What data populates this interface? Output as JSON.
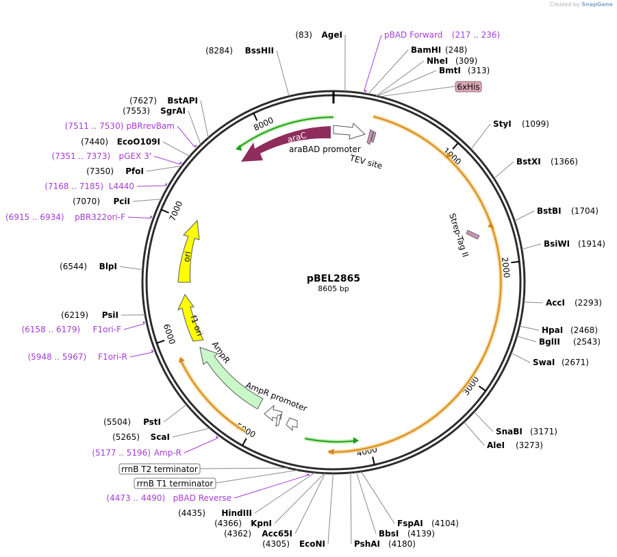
{
  "plasmid": {
    "name": "pBEL2865",
    "length": "8605 bp"
  },
  "watermark": {
    "created_by": "Created by",
    "brand": "SnapGene"
  },
  "ticks": [
    "1000",
    "2000",
    "3000",
    "4000",
    "5000",
    "6000",
    "7000",
    "8000"
  ],
  "sites": [
    {
      "name": "AgeI",
      "pos": "(83)",
      "side": "left"
    },
    {
      "name": "BamHI",
      "pos": "(248)",
      "side": "right"
    },
    {
      "name": "NheI",
      "pos": "(309)",
      "side": "right"
    },
    {
      "name": "BmtI",
      "pos": "(313)",
      "side": "right"
    },
    {
      "name": "StyI",
      "pos": "(1099)",
      "side": "right"
    },
    {
      "name": "BstXI",
      "pos": "(1366)",
      "side": "right"
    },
    {
      "name": "BstBI",
      "pos": "(1704)",
      "side": "right"
    },
    {
      "name": "BsiWI",
      "pos": "(1914)",
      "side": "right"
    },
    {
      "name": "AccI",
      "pos": "(2293)",
      "side": "right"
    },
    {
      "name": "HpaI",
      "pos": "(2468)",
      "side": "right"
    },
    {
      "name": "BglII",
      "pos": "(2543)",
      "side": "right"
    },
    {
      "name": "SwaI",
      "pos": "(2671)",
      "side": "right"
    },
    {
      "name": "SnaBI",
      "pos": "(3171)",
      "side": "right"
    },
    {
      "name": "AleI",
      "pos": "(3273)",
      "side": "right"
    },
    {
      "name": "FspAI",
      "pos": "(4104)",
      "side": "right"
    },
    {
      "name": "PshAI",
      "pos": "(4180)",
      "side": "right"
    },
    {
      "name": "BbsI",
      "pos": "(4139)",
      "side": "right"
    },
    {
      "name": "EcoNI",
      "pos": "(4305)",
      "side": "left"
    },
    {
      "name": "Acc65I",
      "pos": "(4362)",
      "side": "left"
    },
    {
      "name": "KpnI",
      "pos": "(4366)",
      "side": "left"
    },
    {
      "name": "HindIII",
      "pos": "(4435)",
      "side": "left"
    },
    {
      "name": "ScaI",
      "pos": "(5265)",
      "side": "left"
    },
    {
      "name": "PstI",
      "pos": "(5504)",
      "side": "left"
    },
    {
      "name": "PsiI",
      "pos": "(6219)",
      "side": "left"
    },
    {
      "name": "BlpI",
      "pos": "(6544)",
      "side": "left"
    },
    {
      "name": "PciI",
      "pos": "(7070)",
      "side": "left"
    },
    {
      "name": "PfoI",
      "pos": "(7350)",
      "side": "left"
    },
    {
      "name": "EcoO109I",
      "pos": "(7440)",
      "side": "left"
    },
    {
      "name": "SgrAI",
      "pos": "(7553)",
      "side": "left"
    },
    {
      "name": "BstAPI",
      "pos": "(7627)",
      "side": "left"
    },
    {
      "name": "BssHII",
      "pos": "(8284)",
      "side": "left"
    }
  ],
  "primers": [
    {
      "name": "pBAD Forward",
      "range": "(217 .. 236)",
      "side": "right"
    },
    {
      "name": "pBRrevBam",
      "range": "(7511 .. 7530)",
      "side": "left"
    },
    {
      "name": "pGEX 3'",
      "range": "(7351 .. 7373)",
      "side": "left"
    },
    {
      "name": "L4440",
      "range": "(7168 .. 7185)",
      "side": "left"
    },
    {
      "name": "pBR322ori-F",
      "range": "(6915 .. 6934)",
      "side": "left"
    },
    {
      "name": "F1ori-F",
      "range": "(6158 .. 6179)",
      "side": "left"
    },
    {
      "name": "F1ori-R",
      "range": "(5948 .. 5967)",
      "side": "left"
    },
    {
      "name": "Amp-R",
      "range": "(5177 .. 5196)",
      "side": "left"
    },
    {
      "name": "pBAD Reverse",
      "range": "(4473 .. 4490)",
      "side": "left"
    }
  ],
  "boxed_features": [
    {
      "name": "6xHis",
      "style": "pink"
    },
    {
      "name": "rrnB T2 terminator",
      "style": "white"
    },
    {
      "name": "rrnB T1 terminator",
      "style": "white"
    }
  ],
  "features": {
    "araC": "araC",
    "araBAD_promoter": "araBAD promoter",
    "tev_site": "TEV site",
    "strep_tag": "Strep-Tag II",
    "ori": "ori",
    "f1_ori": "f1 ori",
    "ampr": "AmpR",
    "ampr_promoter": "AmpR promoter"
  },
  "colors": {
    "backbone": "#2b2b2b",
    "araC": "#8e2d5c",
    "orf_orange": "#d48a1e",
    "orf_glow": "#f8d89a",
    "green": "#1f9e1f",
    "green_glow": "#c9f0b6",
    "ori_yellow": "#ffff00",
    "ampr_fill": "#c8f7c8",
    "primer": "#a43ad6",
    "his_fill": "#d8a8b4"
  }
}
